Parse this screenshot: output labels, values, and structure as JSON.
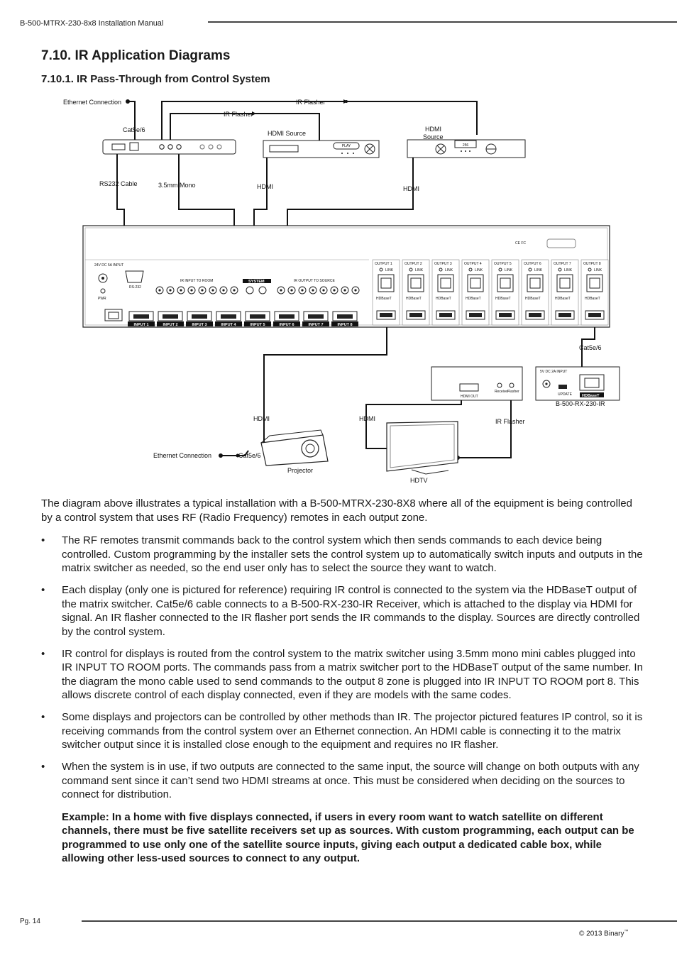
{
  "header": {
    "manual_title": "B-500-MTRX-230-8x8 Installation Manual"
  },
  "section": {
    "title": "7.10. IR Application Diagrams",
    "subtitle": "7.10.1. IR Pass-Through from Control System"
  },
  "diagram": {
    "labels": {
      "ethernet_top": "Ethernet Connection",
      "ir_flasher_top": "IR Flasher",
      "ir_flasher_mid": "IR Flasher",
      "cat5e_top": "Cat5e/6",
      "hdmi_source_1": "HDMI Source",
      "hdmi_source_2a": "HDMI",
      "hdmi_source_2b": "Source",
      "rs232_cable": "RS232 Cable",
      "mono": "3.5mm Mono",
      "hdmi_a": "HDMI",
      "hdmi_b": "HDMI",
      "play": "PLAY",
      "sat_display": "256",
      "cat5e_right": "Cat5e/6",
      "receiver_model": "B-500-RX-230-IR",
      "hdmi_proj": "HDMI",
      "hdmi_tv": "HDMI",
      "ir_flasher_tv": "IR Flasher",
      "ethernet_bottom": "Ethernet Connection",
      "cat5e_bottom": "Cat5e/6",
      "projector": "Projector",
      "hdtv": "HDTV"
    },
    "matrix": {
      "power_label": "24V DC 5A INPUT",
      "pwr": "PWR",
      "rs232": "RS-232",
      "ir_in": "IR INPUT TO ROOM",
      "ir_out": "IR OUTPUT TO SOURCE",
      "system": "SYSTEM",
      "inputs": [
        "INPUT 1",
        "INPUT 2",
        "INPUT 3",
        "INPUT 4",
        "INPUT 5",
        "INPUT 6",
        "INPUT 7",
        "INPUT 8"
      ],
      "outputs": [
        "OUTPUT 1",
        "OUTPUT 2",
        "OUTPUT 3",
        "OUTPUT 4",
        "OUTPUT 5",
        "OUTPUT 6",
        "OUTPUT 7",
        "OUTPUT 8"
      ],
      "link": "LINK",
      "hdbaset": "HDBaseT",
      "ce_mark": "CE FC"
    },
    "receiver": {
      "hdmi_out": "HDMI OUT",
      "power": "5V DC 2A INPUT",
      "receiver_port": "Receiver",
      "flasher_port": "Flasher",
      "update": "UPDATE",
      "hdbaset": "HDBaseT"
    }
  },
  "body": {
    "intro": "The diagram above illustrates a typical installation with a B-500-MTRX-230-8X8 where all of the equipment is being controlled by a control system that uses RF (Radio Frequency) remotes in each output zone.",
    "bullet_char": "•",
    "bullets": [
      "The RF remotes transmit commands back to the control system which then sends commands to each device being controlled.  Custom programming by the installer sets the control system up to automatically switch inputs and outputs in the matrix switcher as needed, so the end user only has to select the source they want to watch.",
      "Each display (only one is pictured for reference) requiring IR control is connected to the system via the HDBaseT output of the matrix switcher.  Cat5e/6 cable connects to a B-500-RX-230-IR Receiver, which is attached to the display via HDMI for signal.  An IR flasher connected to the IR flasher port sends the IR commands to the display.  Sources are directly controlled by the control system.",
      "IR control for displays is routed from the control system to the matrix switcher using 3.5mm mono mini cables plugged into IR INPUT TO ROOM ports.  The commands pass from a matrix switcher port to the HDBaseT output of the same number.  In the diagram the mono cable used to send commands to the output 8 zone is plugged into IR INPUT TO ROOM port 8.  This allows discrete control of each display connected, even if they are models with the same codes.",
      "Some displays and projectors can be controlled by other methods than IR.  The projector pictured features IP control, so it is receiving commands from the control system over an Ethernet connection. An HDMI cable is connecting it to the matrix switcher output since it is installed close enough to the equipment and requires no IR flasher.",
      "When the system is in use, if two outputs are connected to the same input, the source will change on both outputs with any command sent since it can’t send two HDMI streams at once.  This must be considered when deciding on the sources to connect for distribution."
    ],
    "example": "Example:  In a home with five displays connected, if users in every room want to watch satellite on different channels, there must be five satellite receivers set up as sources.  With custom programming, each output can be programmed to use only one of the satellite source inputs, giving each output a dedicated cable box, while allowing other less-used sources to connect to any output."
  },
  "footer": {
    "page": "Pg. 14",
    "copyright": "© 2013 Binary",
    "trademark": "™"
  }
}
